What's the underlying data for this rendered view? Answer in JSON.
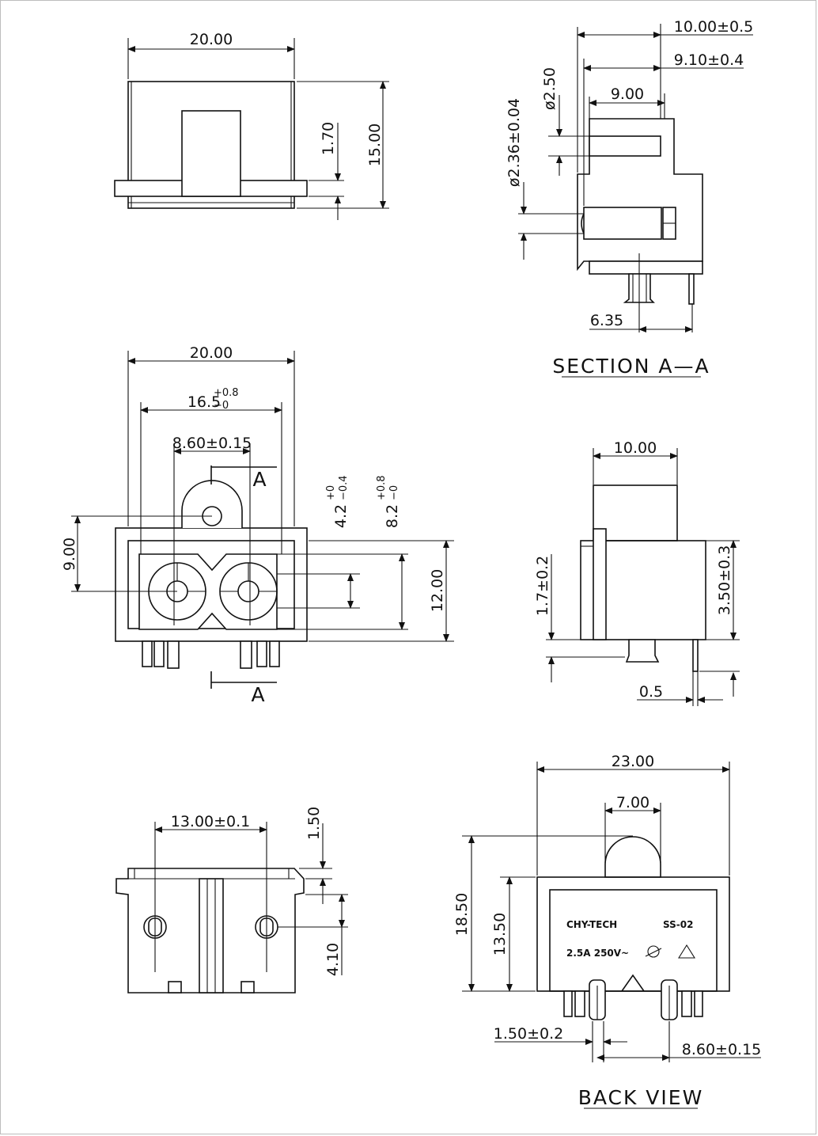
{
  "top_view": {
    "width": "20.00",
    "flange": "1.70",
    "height": "15.00"
  },
  "section": {
    "title": "SECTION A—A",
    "depth_total": "10.00±0.5",
    "depth_body": "9.10±0.4",
    "depth_inner": "9.00",
    "dia_outer": "ø2.50",
    "dia_pin": "ø2.36±0.04",
    "pin_offset": "6.35"
  },
  "front_view": {
    "width": "20.00",
    "cutout": "16.5",
    "cutout_tol_plus": "+0.8",
    "cutout_tol_minus": "−0",
    "pitch": "8.60±0.15",
    "left_h": "9.00",
    "h_a": "4.2",
    "h_a_tol_plus": "+0",
    "h_a_tol_minus": "−0.4",
    "h_b": "8.2",
    "h_b_tol_plus": "+0.8",
    "h_b_tol_minus": "−0",
    "height": "12.00",
    "section_mark": "A"
  },
  "side_view": {
    "width": "10.00",
    "left_h": "1.7±0.2",
    "right_h": "3.50±0.3",
    "pin_w": "0.5"
  },
  "bottom_view": {
    "pitch": "13.00±0.1",
    "top_h": "1.50",
    "hole_h": "4.10"
  },
  "back_view": {
    "title": "BACK VIEW",
    "width": "23.00",
    "tab_w": "7.00",
    "height": "18.50",
    "body_h": "13.50",
    "pin_w": "1.50±0.2",
    "pitch": "8.60±0.15",
    "brand": "CHY-TECH",
    "model": "SS-02",
    "rating": "2.5A 250V~"
  }
}
